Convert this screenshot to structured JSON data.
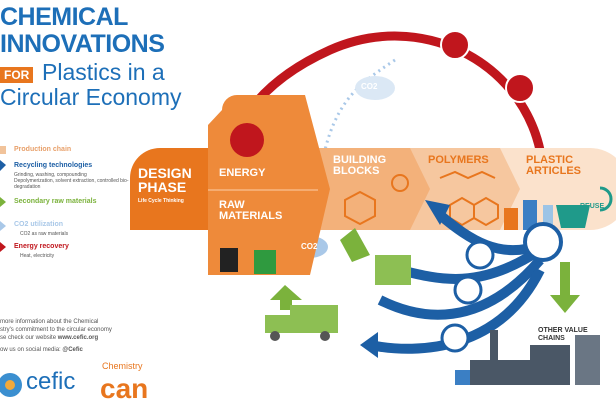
{
  "title": {
    "line1": "CHEMICAL",
    "line2": "INNOVATIONS",
    "for": "FOR",
    "line3": "Plastics in a",
    "line4": "Circular Economy"
  },
  "legend": [
    {
      "label": "Production chain",
      "sub": "",
      "color": "#f1c39a"
    },
    {
      "label": "Recycling technologies",
      "sub": "Grinding, washing, compounding\nDepolymerization, solvent extraction, controlled bio-degradation",
      "color": "#1d5fa5"
    },
    {
      "label": "Secondary raw materials",
      "sub": "",
      "color": "#7bb23c"
    },
    {
      "label": "CO2 utilization",
      "sub": "CO2 as raw materials",
      "color": "#a9c8e8"
    },
    {
      "label": "Energy recovery",
      "sub": "Heat, electricity",
      "color": "#c0161d"
    }
  ],
  "stages": {
    "design": "DESIGN PHASE",
    "design_sub": "Life Cycle Thinking",
    "energy": "ENERGY",
    "raw": "RAW MATERIALS",
    "building": "BUILDING BLOCKS",
    "polymers": "POLYMERS",
    "plastic": "PLASTIC ARTICLES",
    "reuse": "REUSE",
    "other": "OTHER VALUE CHAINS",
    "co2": "CO2"
  },
  "footer": {
    "line1": "more information about the Chemical",
    "line2": "stry's commitment to the circular economy",
    "line3": "se check our website",
    "website": "www.cefic.org",
    "line4": "ow us on social media:",
    "social": "@Cefic"
  },
  "logos": {
    "cefic": "cefic",
    "chem_top": "Chemistry",
    "chem_bottom": "can"
  }
}
